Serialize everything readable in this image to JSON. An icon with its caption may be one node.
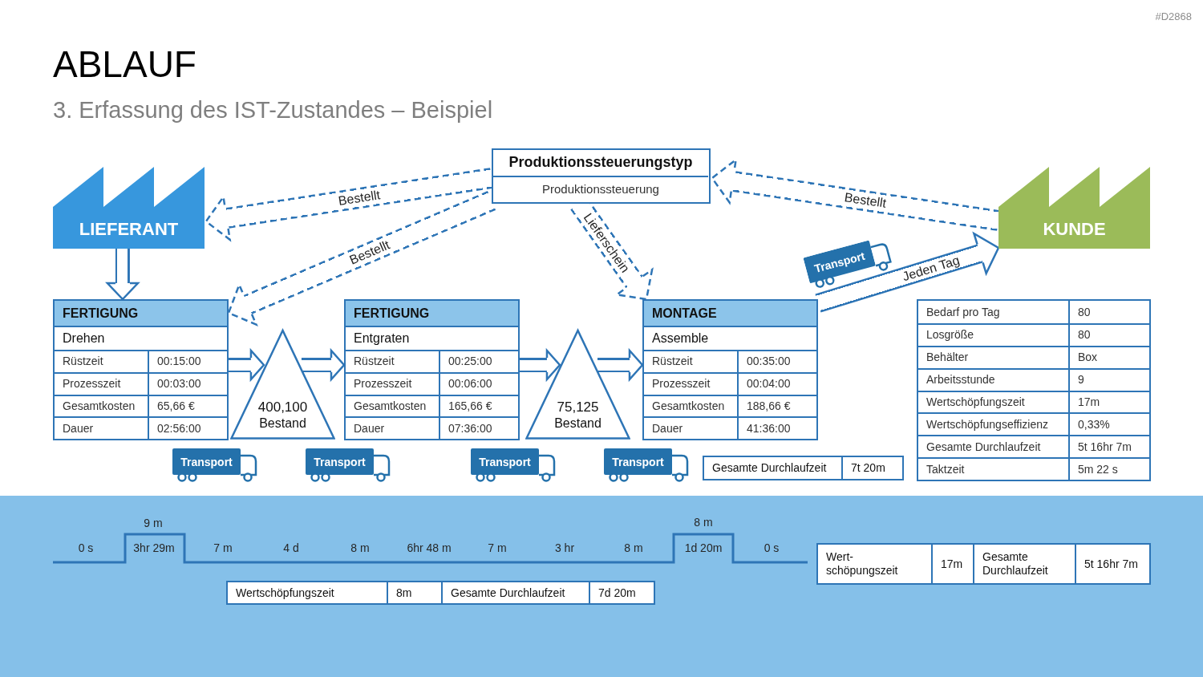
{
  "diagram": {
    "title": "ABLAUF",
    "nodes": [
      {
        "text": [
          "LIEFERANT"
        ]
      },
      {
        "text": [
          "Produktionssteuerungstyp",
          "Produktionssteuerung"
        ]
      },
      {
        "text": [
          "KUNDE"
        ]
      },
      {
        "text": [
          "Transport"
        ]
      },
      {
        "text": [
          "FERTIGUNG",
          "Drehen",
          "Rüstzeit",
          "00:15:00",
          "Prozesszeit",
          "00:03:00",
          "Gesamtkosten",
          "65,66 €",
          "Dauer",
          "02:56:00"
        ]
      },
      {
        "text": [
          "400,100",
          "Bestand"
        ]
      },
      {
        "text": [
          "FERTIGUNG",
          "Entgraten",
          "Rüstzeit",
          "00:25:00",
          "Prozesszeit",
          "00:06:00",
          "Gesamtkosten",
          "165,66 €",
          "Dauer",
          "07:36:00"
        ]
      },
      {
        "text": [
          "75,125",
          "Bestand"
        ]
      },
      {
        "text": [
          "MONTAGE",
          "Assemble",
          "Rüstzeit",
          "00:35:00",
          "Prozesszeit",
          "00:04:00",
          "Gesamtkosten",
          "188,66 €",
          "Dauer",
          "41:36:00"
        ]
      },
      {
        "text": [
          "Bedarf pro Tag",
          "80",
          "Losgröße",
          "80",
          "Behälter",
          "Box",
          "Arbeitsstunde",
          "9",
          "Wertschöpfungszeit",
          "17m",
          "Wertschöpfungseffizienz",
          "0,33%",
          "Gesamte Durchlaufzeit",
          "5t 16hr 7m",
          "Taktzeit",
          "5m 22 s"
        ]
      },
      {
        "text": [
          "Transport"
        ]
      },
      {
        "text": [
          "Transport"
        ]
      },
      {
        "text": [
          "Transport"
        ]
      },
      {
        "text": [
          "Transport"
        ]
      },
      {
        "text": [
          "Gesamte Durchlaufzeit",
          "7t 20m"
        ]
      },
      {
        "text": [
          "Wertschöpfungszeit",
          "8m",
          "Gesamte Durchlaufzeit",
          "7d 20m"
        ]
      },
      {
        "text": [
          "Wert- schöpungszeit",
          "17m",
          "Gesamte Durchlaufzeit",
          "5t 16hr 7m"
        ]
      }
    ],
    "edges": [
      {
        "from": 1,
        "to": 0,
        "arrow": "to",
        "style": "dashed",
        "label": "Bestellt"
      },
      {
        "from": 1,
        "to": 4,
        "arrow": "to",
        "style": "dashed",
        "label": "Bestellt"
      },
      {
        "from": 1,
        "to": 8,
        "arrow": "to",
        "style": "dashed",
        "label": "Lieferschein"
      },
      {
        "from": 2,
        "to": 1,
        "arrow": "to",
        "style": "dashed",
        "label": "Bestellt"
      },
      {
        "from": 8,
        "to": 2,
        "arrow": "to",
        "label": "Jeden Tag"
      },
      {
        "from": 0,
        "to": 4,
        "arrow": "to"
      },
      {
        "from": 4,
        "to": 5,
        "arrow": "to"
      },
      {
        "from": 5,
        "to": 6,
        "arrow": "to"
      },
      {
        "from": 6,
        "to": 7,
        "arrow": "to"
      },
      {
        "from": 7,
        "to": 8,
        "arrow": "to"
      }
    ],
    "labels": [
      "#D2868",
      "3. Erfassung des IST-Zustandes – Beispiel",
      "9 m",
      "8 m",
      "0 s",
      "3hr 29m",
      "7 m",
      "4 d",
      "8 m",
      "6hr 48 m",
      "7 m",
      "3 hr",
      "8 m",
      "1d 20m",
      "0 s"
    ]
  }
}
